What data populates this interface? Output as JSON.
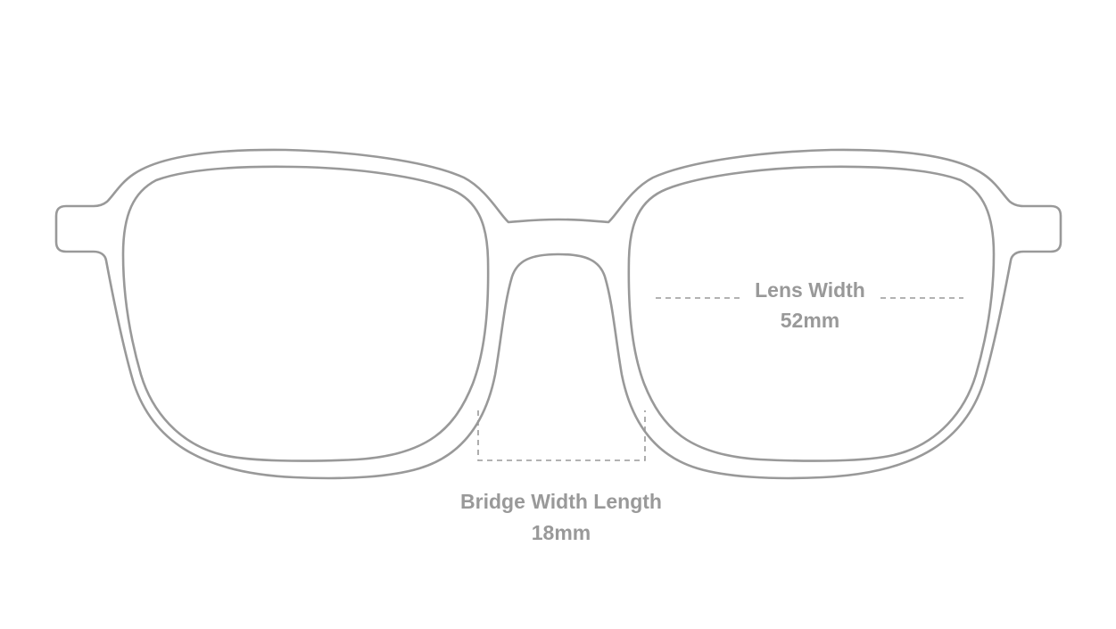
{
  "diagram": {
    "subject": "eyeglasses frame front view",
    "colors": {
      "background": "#ffffff",
      "frame_stroke": "#999999",
      "guide_stroke": "#999999",
      "text": "#999999"
    }
  },
  "measurements": {
    "lens_width": {
      "label": "Lens Width",
      "value": "52mm"
    },
    "bridge_width": {
      "label": "Bridge Width Length",
      "value": "18mm"
    }
  }
}
